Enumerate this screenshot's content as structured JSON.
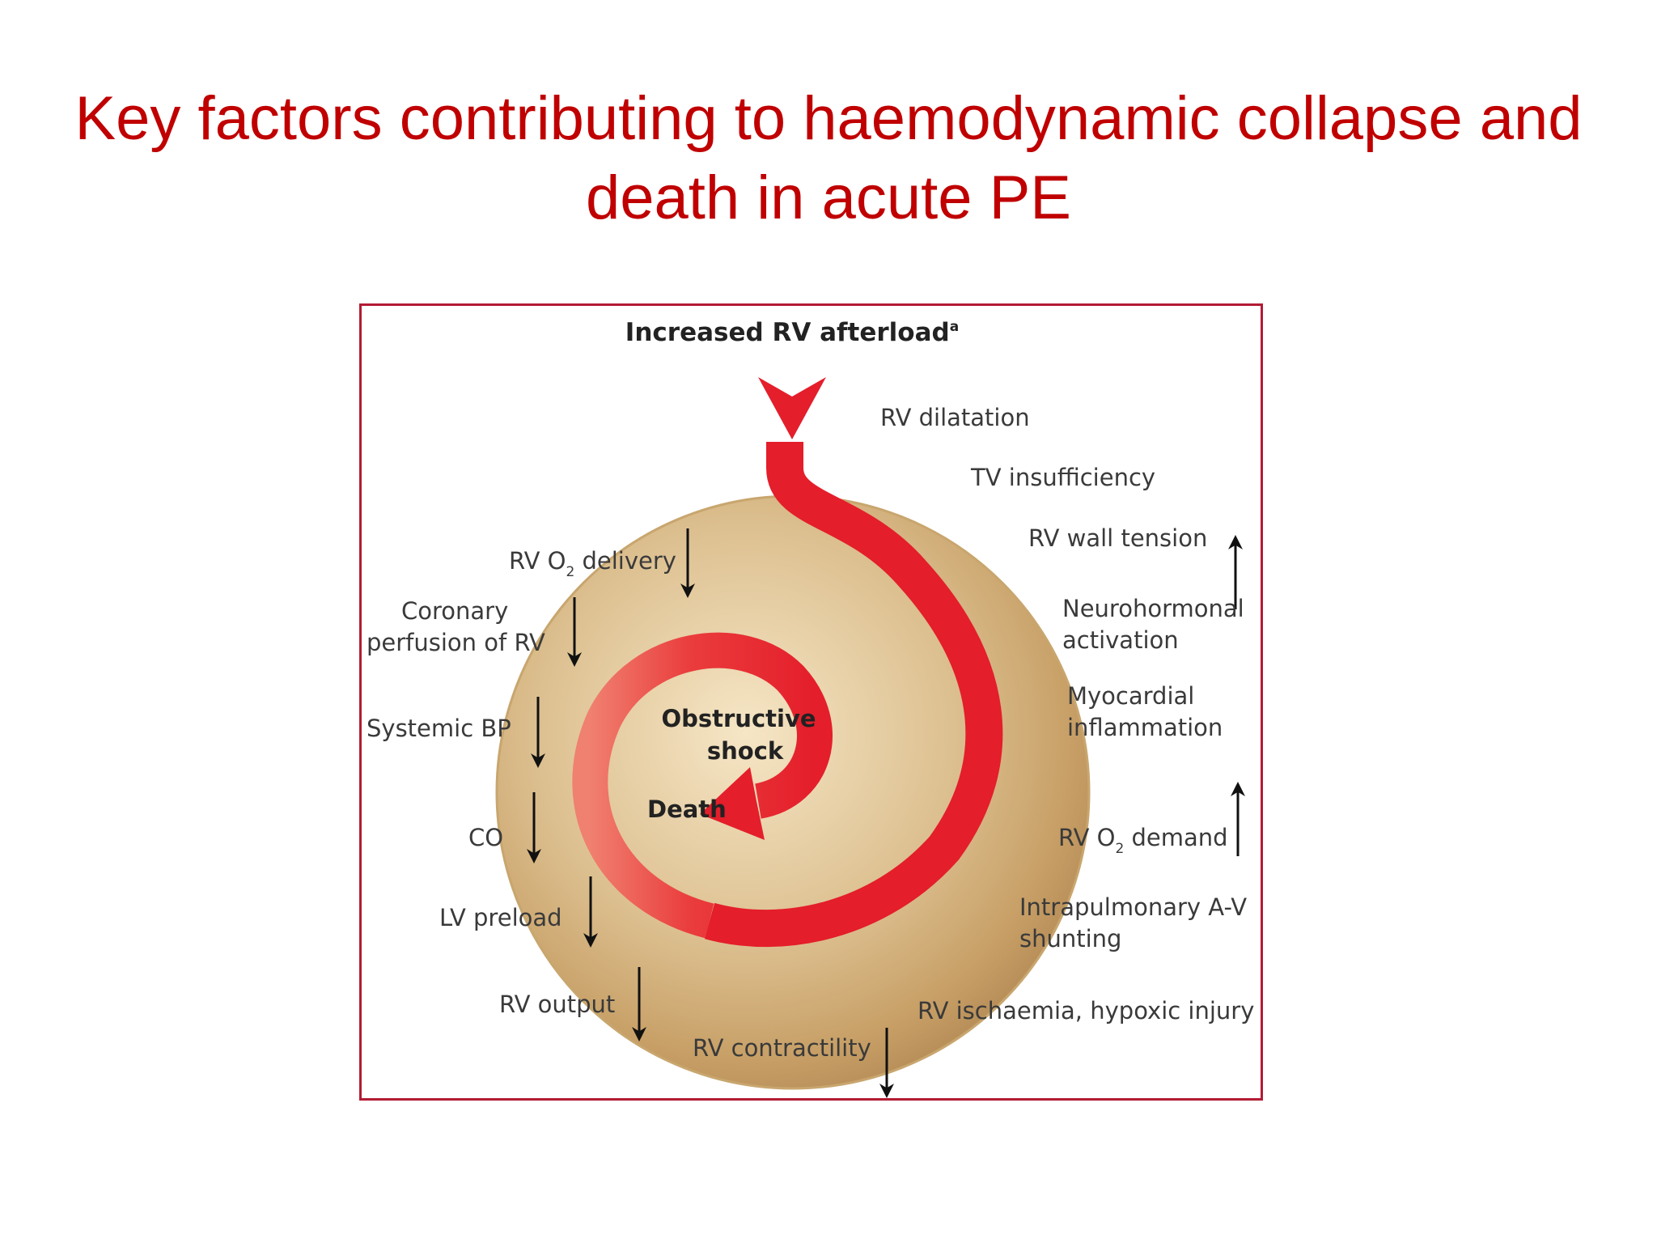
{
  "slide": {
    "title_line1": "Key factors contributing to haemodynamic collapse and",
    "title_line2": "death in acute PE"
  },
  "diagram": {
    "top_label": "Increased RV afterload",
    "top_label_superscript": "a",
    "center_label_line1": "Obstructive",
    "center_label_line2": "shock",
    "end_label": "Death",
    "right_factors": [
      {
        "line1": "RV dilatation"
      },
      {
        "line1": "TV insufficiency"
      },
      {
        "line1": "RV wall tension",
        "arrow": "up"
      },
      {
        "line1": "Neurohormonal",
        "line2": "activation"
      },
      {
        "line1": "Myocardial",
        "line2": "inflammation"
      },
      {
        "pre": "RV O",
        "sub": "2",
        "post": " demand",
        "arrow": "up"
      },
      {
        "line1": "Intrapulmonary A-V",
        "line2": "shunting"
      },
      {
        "line1": "RV ischaemia, hypoxic injury"
      }
    ],
    "left_factors": [
      {
        "pre": "RV O",
        "sub": "2",
        "post": " delivery",
        "arrow": "down"
      },
      {
        "line1": "Coronary",
        "line2": "perfusion of RV",
        "arrow": "down"
      },
      {
        "line1": "Systemic BP",
        "arrow": "down"
      },
      {
        "line1": "CO",
        "arrow": "down"
      },
      {
        "line1": "LV preload",
        "arrow": "down"
      },
      {
        "line1": "RV output",
        "arrow": "down"
      },
      {
        "line1": "RV contractility",
        "arrow": "down"
      }
    ],
    "colors": {
      "frame": "#b31b34",
      "spiral_red": "#e41e2b",
      "disc_gold": "#d8b98a",
      "title_red": "#c00000"
    }
  }
}
